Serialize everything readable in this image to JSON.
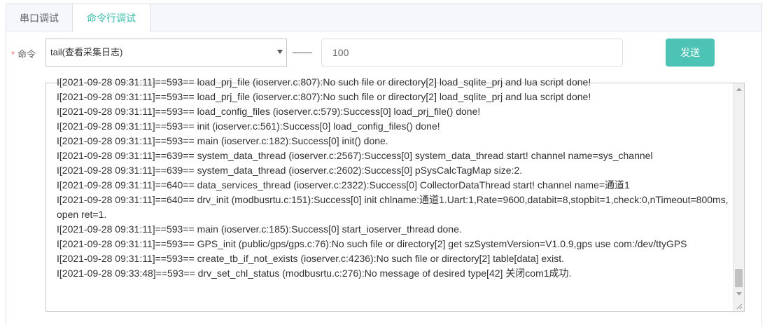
{
  "tabs": [
    {
      "label": "串口调试"
    },
    {
      "label": "命令行调试"
    }
  ],
  "form": {
    "required_mark": "*",
    "command_label": "命令",
    "command_select_value": "tail(查看采集日志)",
    "separator": "——",
    "lines_value": "100",
    "send_label": "发送"
  },
  "log": {
    "lines": [
      "I[2021-09-28 09:31:11]==593== load_prj_file (ioserver.c:807):No such file or directory[2] load_sqlite_prj and lua script done!",
      "I[2021-09-28 09:31:11]==593== load_prj_file (ioserver.c:807):No such file or directory[2] load_sqlite_prj and lua script done!",
      "I[2021-09-28 09:31:11]==593== load_config_files (ioserver.c:579):Success[0] load_prj_file() done!",
      "I[2021-09-28 09:31:11]==593== init (ioserver.c:561):Success[0] load_config_files() done!",
      "I[2021-09-28 09:31:11]==593== main (ioserver.c:182):Success[0] init() done.",
      "I[2021-09-28 09:31:11]==639== system_data_thread (ioserver.c:2567):Success[0] system_data_thread start! channel name=sys_channel",
      "I[2021-09-28 09:31:11]==639== system_data_thread (ioserver.c:2602):Success[0] pSysCalcTagMap size:2.",
      "I[2021-09-28 09:31:11]==640== data_services_thread (ioserver.c:2322):Success[0] CollectorDataThread start! channel name=通道1",
      "I[2021-09-28 09:31:11]==640== drv_init (modbusrtu.c:151):Success[0] init chlname:通道1.Uart:1,Rate=9600,databit=8,stopbit=1,check:0,nTimeout=800ms,open ret=1.",
      "I[2021-09-28 09:31:11]==593== main (ioserver.c:185):Success[0] start_ioserver_thread done.",
      "I[2021-09-28 09:31:11]==593== GPS_init (public/gps/gps.c:76):No such file or directory[2] get szSystemVersion=V1.0.9,gps use com:/dev/ttyGPS",
      "I[2021-09-28 09:31:11]==593== create_tb_if_not_exists (ioserver.c:4236):No such file or directory[2] table[data] exist.",
      "I[2021-09-28 09:33:48]==593== drv_set_chl_status (modbusrtu.c:276):No message of desired type[42] 关闭com1成功."
    ]
  },
  "colors": {
    "accent": "#3cbcae",
    "button": "#4cc3b5",
    "required": "#f56c6c"
  }
}
